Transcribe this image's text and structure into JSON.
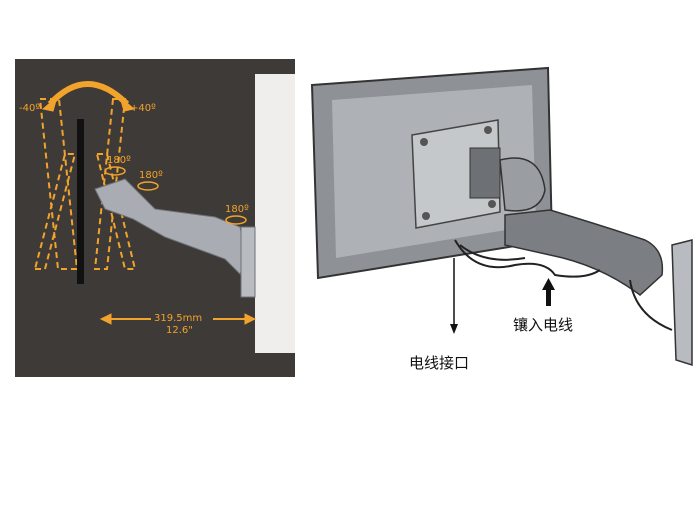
{
  "left_panel": {
    "tilt_minus": "-40º",
    "tilt_plus": "+40º",
    "swivel_1": "180º",
    "swivel_2": "180º",
    "swivel_3": "180º",
    "distance_mm": "319.5mm",
    "distance_in": "12.6\""
  },
  "right_panel": {
    "cable_inlay_label": "镶入电线",
    "cable_port_label": "电线接口"
  },
  "colors": {
    "panel_bg": "#3e3a37",
    "accent_orange": "#f2a32b",
    "wall": "#efeeec"
  }
}
